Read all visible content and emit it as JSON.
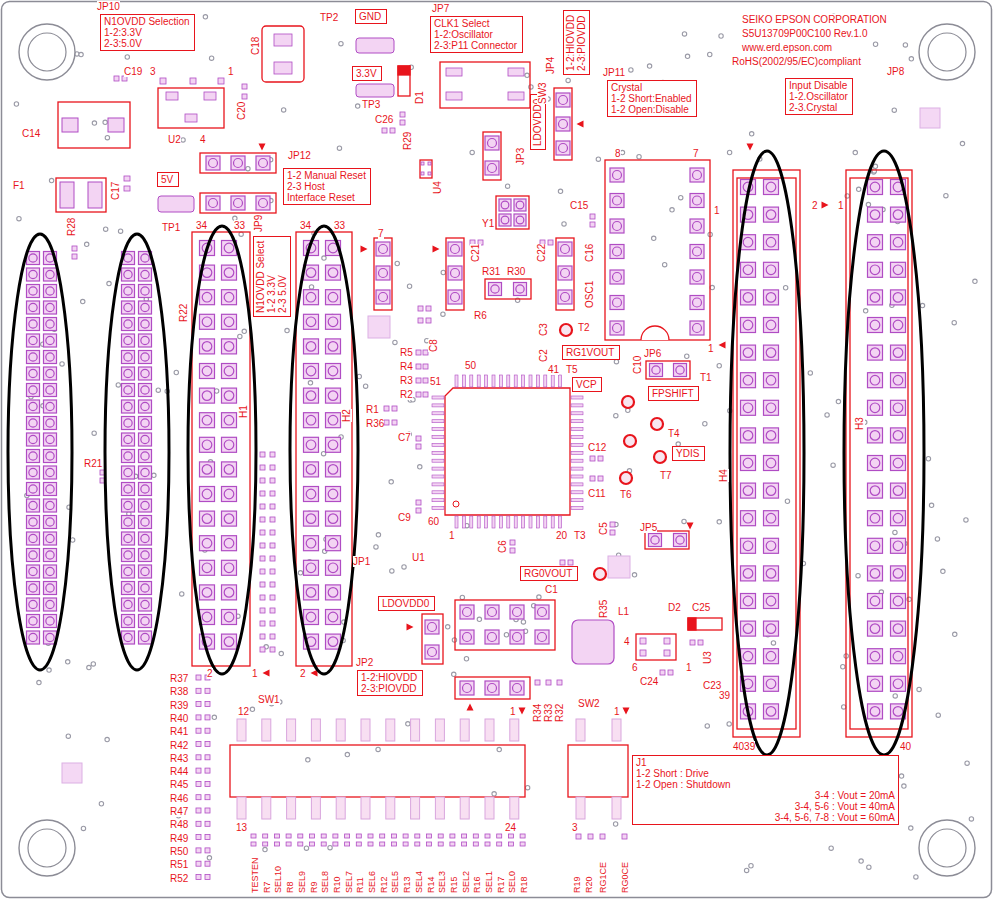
{
  "diagram": {
    "nodes": [
      {
        "text": [
          "N1OVDD Selection",
          "1-2:3.3V",
          "2-3:5.0V"
        ]
      },
      {
        "text": [
          "GND"
        ]
      },
      {
        "text": [
          "CLK1 Select",
          "1-2:Oscillator",
          "2-3:P11 Connector"
        ]
      },
      {
        "text": [
          "1-2:HIOVDD",
          "2-3:PIOVDD"
        ]
      },
      {
        "text": [
          "3.3V"
        ]
      },
      {
        "text": [
          "Crystal",
          "1-2 Short:Enabled",
          "1-2 Open:Disable"
        ]
      },
      {
        "text": [
          "Input Disable",
          "1-2.Oscillator",
          "2-3.Crystal"
        ]
      },
      {
        "text": [
          "LDOVDD0"
        ]
      },
      {
        "text": [
          "1-2 Manual Reset",
          "2-3 Host",
          "Interface Reset"
        ]
      },
      {
        "text": [
          "5V"
        ]
      },
      {
        "text": [
          "N1OVDD Select",
          "1-2 3.3V",
          "2-3 5.0V"
        ]
      },
      {
        "text": [
          "RG1VOUT"
        ]
      },
      {
        "text": [
          "VCP"
        ]
      },
      {
        "text": [
          "FPSHIFT"
        ]
      },
      {
        "text": [
          "YDIS"
        ]
      },
      {
        "text": [
          "RG0VOUT"
        ]
      },
      {
        "text": [
          "LDOVDD0"
        ]
      },
      {
        "text": [
          "1-2:HIOVDD",
          "2-3:PIOVDD"
        ]
      },
      {
        "text": [
          "J1",
          "1-2 Short : Drive",
          "1-2 Open : Shutdown",
          "3-4 : Vout = 20mA",
          "3-4, 5-6 : Vout = 40mA",
          "3-4, 5-6, 7-8 : Vout = 60mA"
        ]
      }
    ],
    "labels": [
      "JP10",
      "JP7",
      "TP2",
      "SEIKO EPSON CORPORATION",
      "S5U13709P00C100 Rev.1.0",
      "www.erd.epson.com",
      "C18",
      "JP4",
      "RoHS(2002/95/EC)compliant",
      "JP11",
      "JP8",
      "C19",
      "3",
      "1",
      "SW3",
      "D1",
      "TP3",
      "C20",
      "C26",
      "R29",
      "C14",
      "U2",
      "4",
      "JP3",
      "JP12",
      "8",
      "7",
      "F1",
      "C17",
      "U4",
      "2",
      "1",
      "C15",
      "Y1",
      "1",
      "R28",
      "TP1",
      "34",
      "33",
      "JP9",
      "34",
      "33",
      "7",
      "C21",
      "C22",
      "C16",
      "R31",
      "R30",
      "OSC1",
      "R22",
      "R6",
      "C3",
      "C2",
      "T2",
      "R5",
      "R4",
      "R3",
      "R2",
      "C8",
      "50",
      "JP6",
      "1",
      "41",
      "T5",
      "C10",
      "T1",
      "51",
      "R1",
      "R36",
      "T4",
      "C7",
      "C12",
      "H1",
      "H2",
      "H3",
      "H4",
      "R21",
      "C11",
      "T7",
      "T6",
      "C9",
      "60",
      "1",
      "20",
      "T3",
      "JP5",
      "C5",
      "C6",
      "U1",
      "JP1",
      "C1",
      "R35",
      "D2",
      "L1",
      "C25",
      "4",
      "U3",
      "6",
      "1",
      "2",
      "1",
      "2",
      "JP2",
      "C24",
      "C23",
      "39",
      "R34",
      "R33",
      "R32",
      "SW1",
      "SW2",
      "12",
      "1",
      "1",
      "4039",
      "40",
      "R37",
      "R38",
      "R39",
      "R40",
      "R41",
      "R42",
      "R43",
      "R44",
      "R45",
      "R46",
      "R47",
      "R48",
      "R49",
      "R50",
      "R51",
      "R52",
      "13",
      "24",
      "3",
      "TESTEN",
      "R7",
      "SEL10",
      "R8",
      "SEL9",
      "R9",
      "SEL8",
      "R10",
      "SEL7",
      "R11",
      "SEL6",
      "R12",
      "SEL5",
      "R13",
      "SEL4",
      "R14",
      "SEL3",
      "R15",
      "SEL2",
      "R16",
      "SEL1",
      "R17",
      "SEL0",
      "R18",
      "R19",
      "R20",
      "RG1CE",
      "RG0CE"
    ]
  }
}
